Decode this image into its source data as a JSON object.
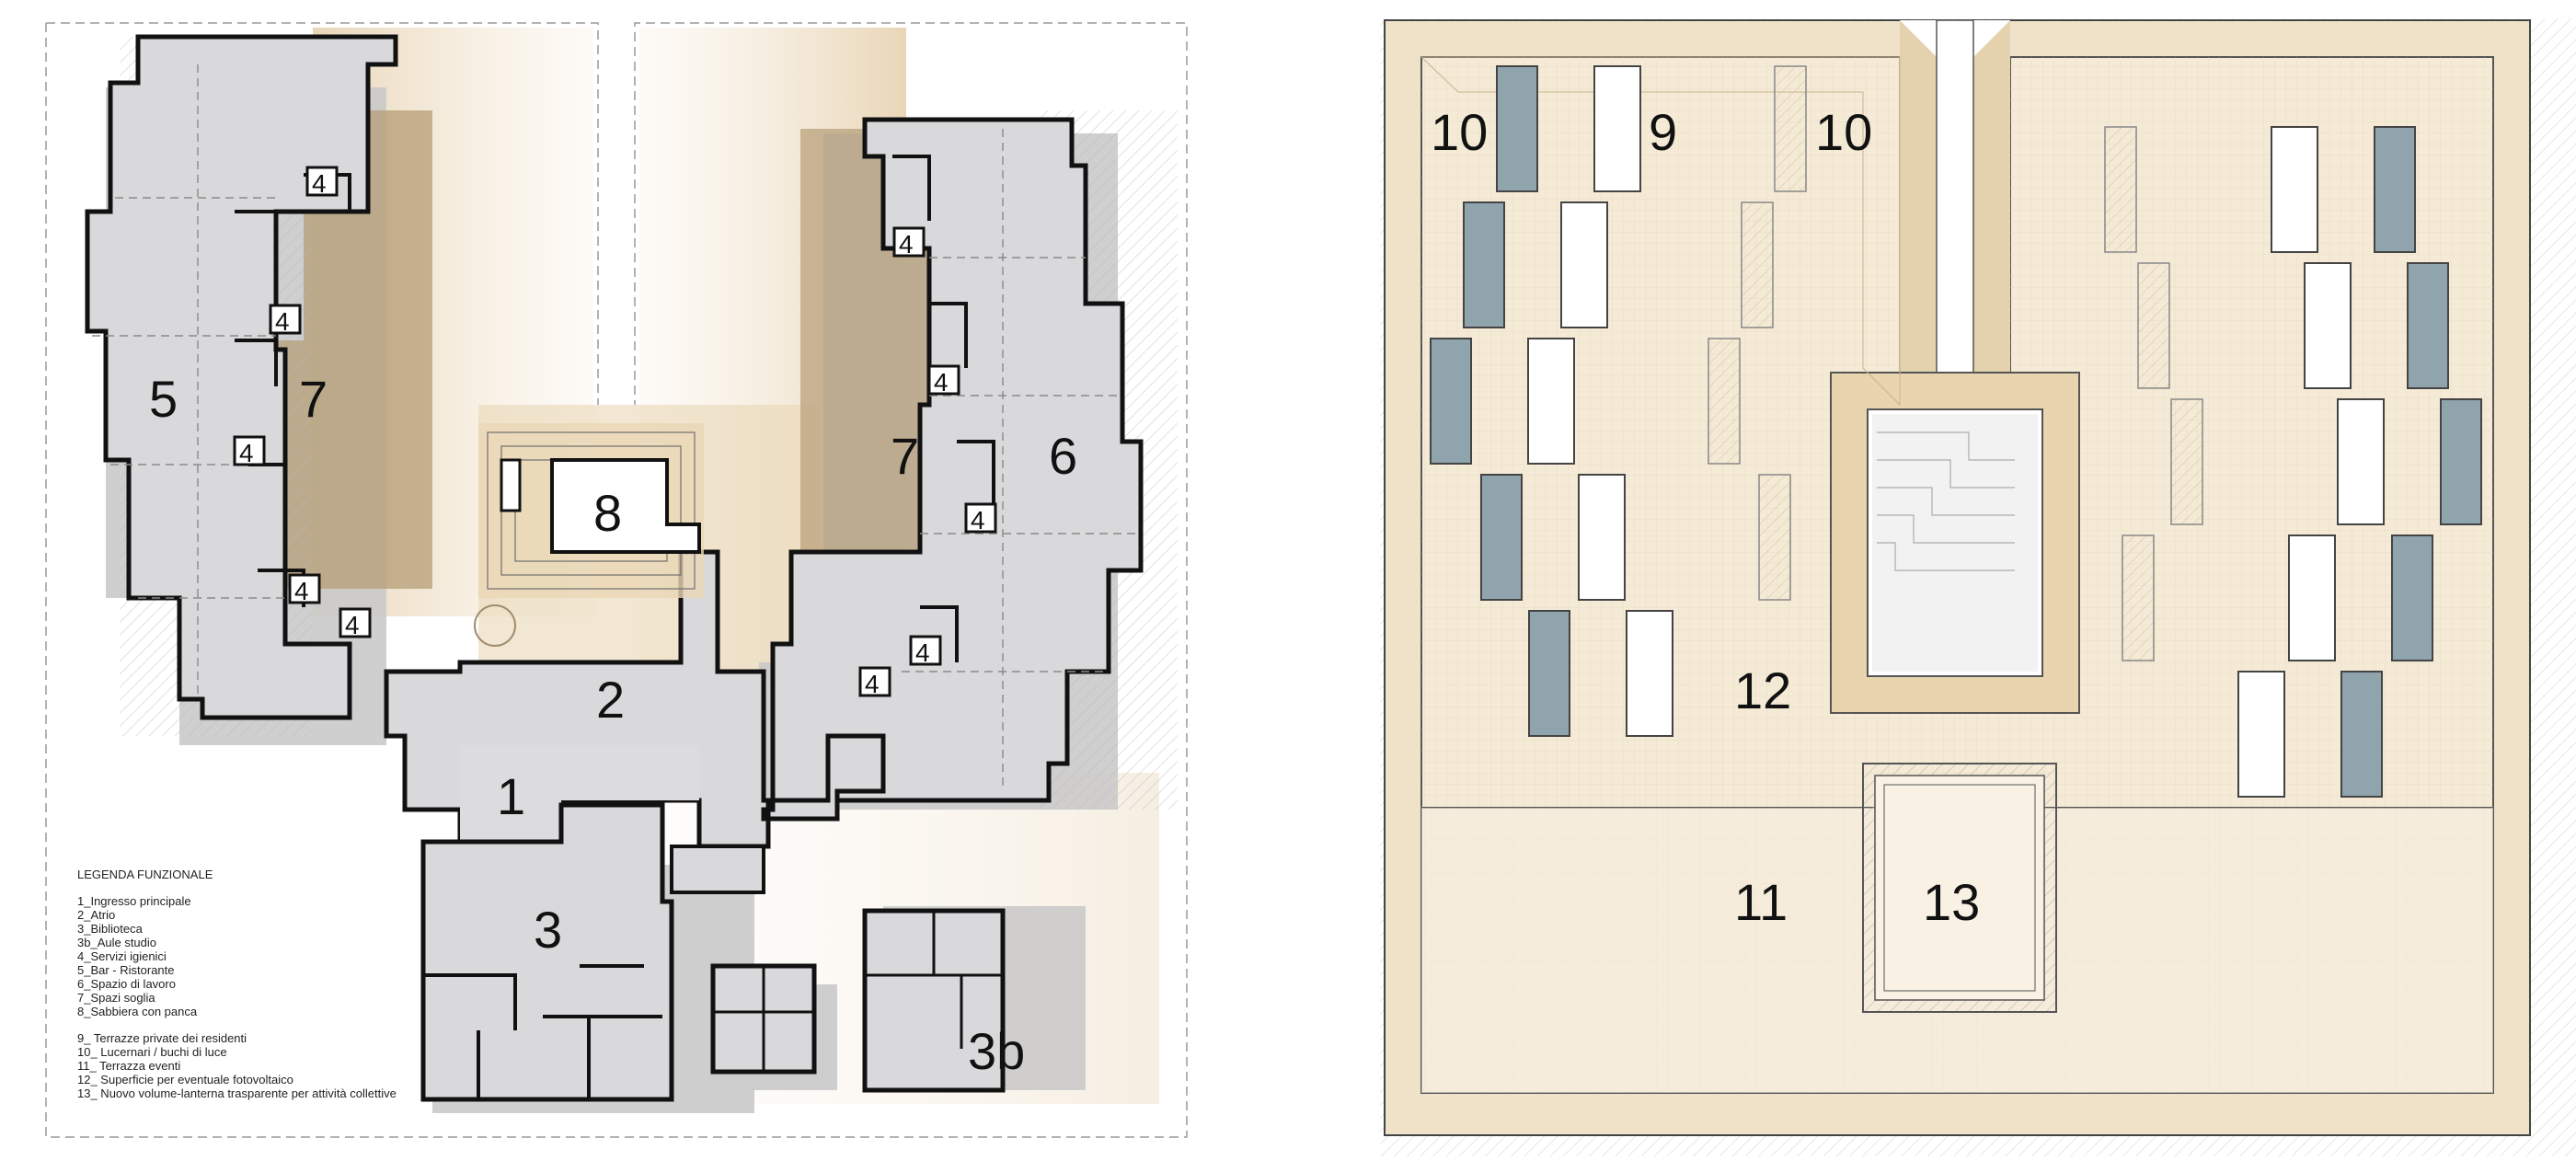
{
  "colors": {
    "floor": "#d9d9db",
    "wall": "#111111",
    "beige": "#e9d6b8",
    "ochre": "#b39b74",
    "shadow": "#c4c4c4",
    "roof_fill": "#f4ead6",
    "parapet": "#efe2c8",
    "skylight_glass": "#aebfc6",
    "skylight_dark": "#6e7a7e"
  },
  "plan": {
    "labels": {
      "l1": "1",
      "l2": "2",
      "l3": "3",
      "l3b": "3b",
      "l4": "4",
      "l5": "5",
      "l6": "6",
      "l7": "7",
      "l8": "8"
    }
  },
  "legend": {
    "title": "LEGENDA FUNZIONALE",
    "items": [
      "1_Ingresso principale",
      "2_Atrio",
      "3_Biblioteca",
      "3b_Aule studio",
      "4_Servizi igienici",
      "5_Bar - Ristorante",
      "6_Spazio di lavoro",
      "7_Spazi soglia",
      "8_Sabbiera con panca",
      "9_ Terrazze private dei residenti",
      "10_ Lucernari / buchi di luce",
      "11_ Terrazza eventi",
      "12_ Superficie per eventuale fotovoltaico",
      "13_ Nuovo volume-lanterna trasparente per attività collettive"
    ]
  },
  "roof": {
    "labels": {
      "l9": "9",
      "l10": "10",
      "l11": "11",
      "l12": "12",
      "l13": "13"
    }
  }
}
